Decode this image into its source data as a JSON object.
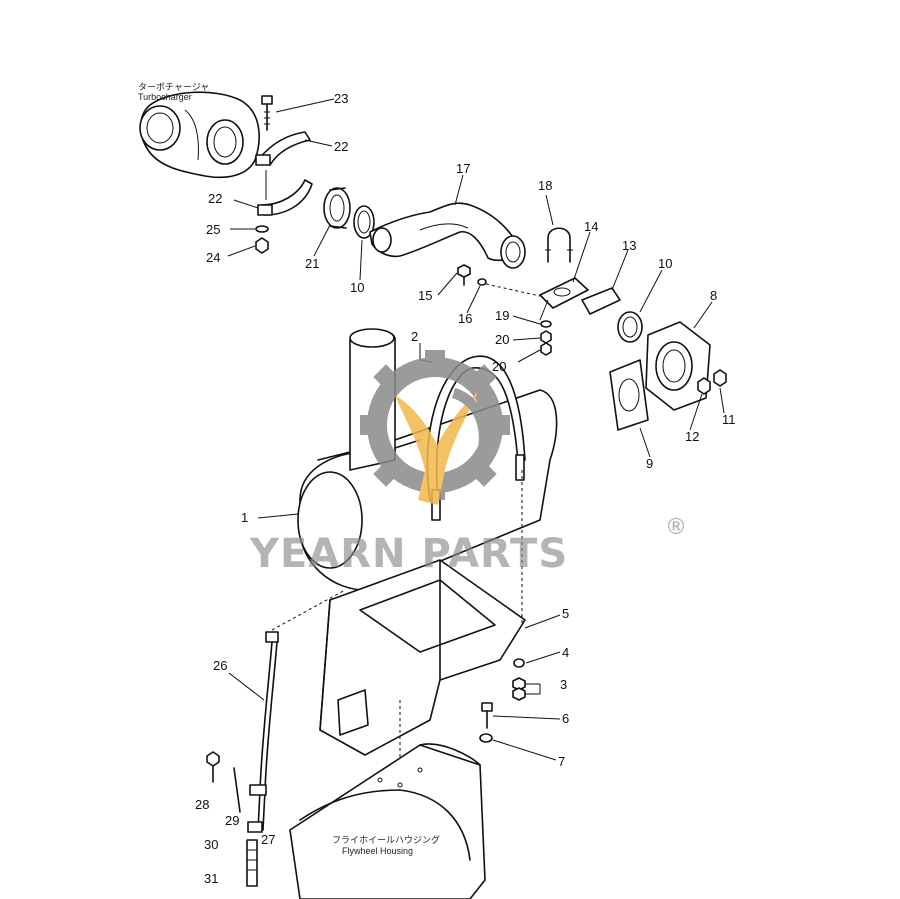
{
  "captions": {
    "turbocharger_jp": "ターボチャージャ",
    "turbocharger": "Turbocharger",
    "flywheel_jp": "フライホイールハウジング",
    "flywheel": "Flywheel Housing"
  },
  "callouts": [
    {
      "id": "1",
      "text": "1"
    },
    {
      "id": "2",
      "text": "2"
    },
    {
      "id": "3",
      "text": "3"
    },
    {
      "id": "4",
      "text": "4"
    },
    {
      "id": "5",
      "text": "5"
    },
    {
      "id": "6",
      "text": "6"
    },
    {
      "id": "7",
      "text": "7"
    },
    {
      "id": "8",
      "text": "8"
    },
    {
      "id": "9",
      "text": "9"
    },
    {
      "id": "10a",
      "text": "10"
    },
    {
      "id": "10b",
      "text": "10"
    },
    {
      "id": "11",
      "text": "11"
    },
    {
      "id": "12",
      "text": "12"
    },
    {
      "id": "13",
      "text": "13"
    },
    {
      "id": "14",
      "text": "14"
    },
    {
      "id": "15",
      "text": "15"
    },
    {
      "id": "16",
      "text": "16"
    },
    {
      "id": "17",
      "text": "17"
    },
    {
      "id": "18",
      "text": "18"
    },
    {
      "id": "19",
      "text": "19"
    },
    {
      "id": "20a",
      "text": "20"
    },
    {
      "id": "20b",
      "text": "20"
    },
    {
      "id": "21",
      "text": "21"
    },
    {
      "id": "22a",
      "text": "22"
    },
    {
      "id": "22b",
      "text": "22"
    },
    {
      "id": "23",
      "text": "23"
    },
    {
      "id": "24",
      "text": "24"
    },
    {
      "id": "25",
      "text": "25"
    },
    {
      "id": "26",
      "text": "26"
    },
    {
      "id": "27",
      "text": "27"
    },
    {
      "id": "28",
      "text": "28"
    },
    {
      "id": "29",
      "text": "29"
    },
    {
      "id": "30",
      "text": "30"
    },
    {
      "id": "31",
      "text": "31"
    }
  ],
  "watermark": {
    "brand": "YEARN PARTS",
    "registered": "®",
    "gray": "#8a8a8a",
    "gold": "#f2b84a"
  }
}
